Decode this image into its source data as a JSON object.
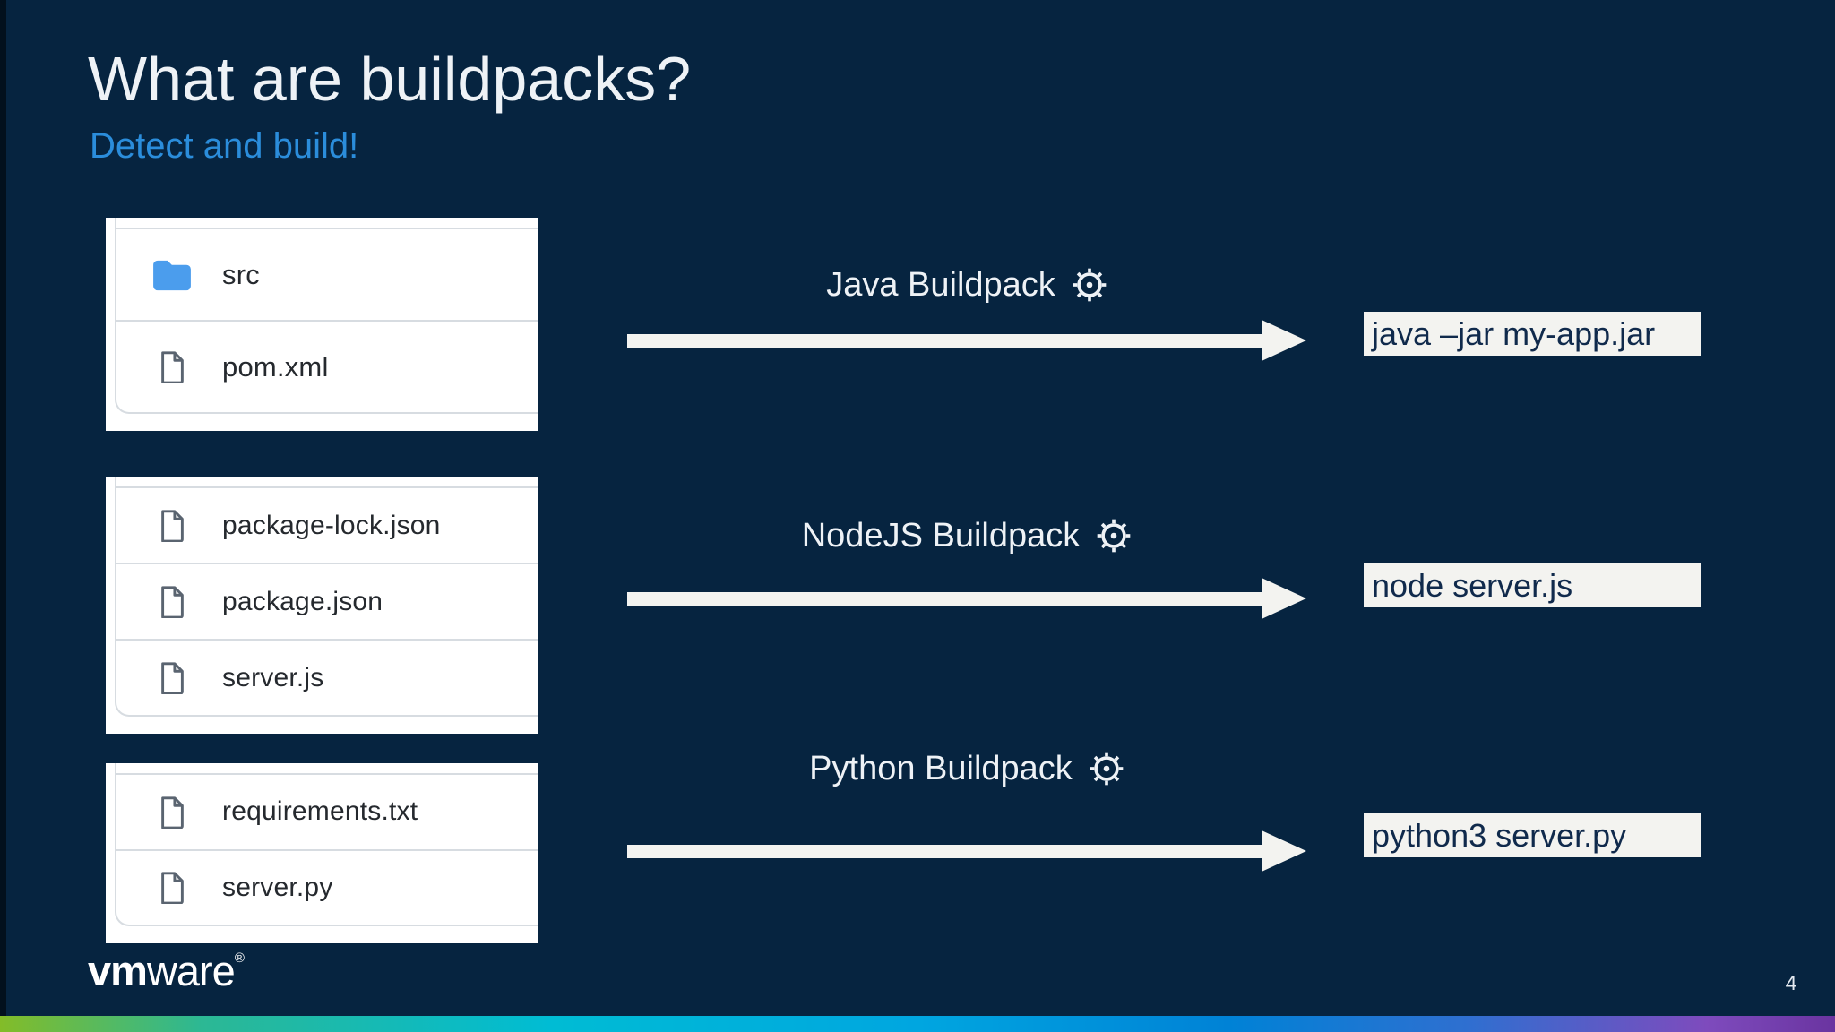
{
  "title": "What are buildpacks?",
  "subtitle": "Detect and build!",
  "sections": [
    {
      "buildpack": "Java Buildpack",
      "gear_icon": "gear-icon",
      "command": "java –jar my-app.jar",
      "files": [
        {
          "icon": "folder-icon",
          "name": "src"
        },
        {
          "icon": "file-icon",
          "name": "pom.xml"
        }
      ]
    },
    {
      "buildpack": "NodeJS Buildpack",
      "gear_icon": "gear-icon",
      "command": "node server.js",
      "files": [
        {
          "icon": "file-icon",
          "name": "package-lock.json"
        },
        {
          "icon": "file-icon",
          "name": "package.json"
        },
        {
          "icon": "file-icon",
          "name": "server.js"
        }
      ]
    },
    {
      "buildpack": "Python Buildpack",
      "gear_icon": "gear-icon",
      "command": "python3 server.py",
      "files": [
        {
          "icon": "file-icon",
          "name": "requirements.txt"
        },
        {
          "icon": "file-icon",
          "name": "server.py"
        }
      ]
    }
  ],
  "footer": {
    "brand_bold": "vm",
    "brand_rest": "ware",
    "brand_reg": "®",
    "page_number": "4"
  },
  "colors": {
    "background": "#062440",
    "title_text": "#eef2f6",
    "subtitle_text": "#2b8ddb",
    "folder_icon": "#4b9ded",
    "file_icon": "#5a6470",
    "card_bg": "#ffffff",
    "card_divider": "#d7dce1",
    "file_text": "#25292e",
    "arrow": "#f3f3f0",
    "command_bg": "#f3f3f0",
    "command_text": "#102a4c",
    "gradient_bar": [
      "#83bc28",
      "#00b7ae",
      "#00bcd4",
      "#00a6e0",
      "#0082d6",
      "#7e4bbd",
      "#6a34a0"
    ]
  }
}
